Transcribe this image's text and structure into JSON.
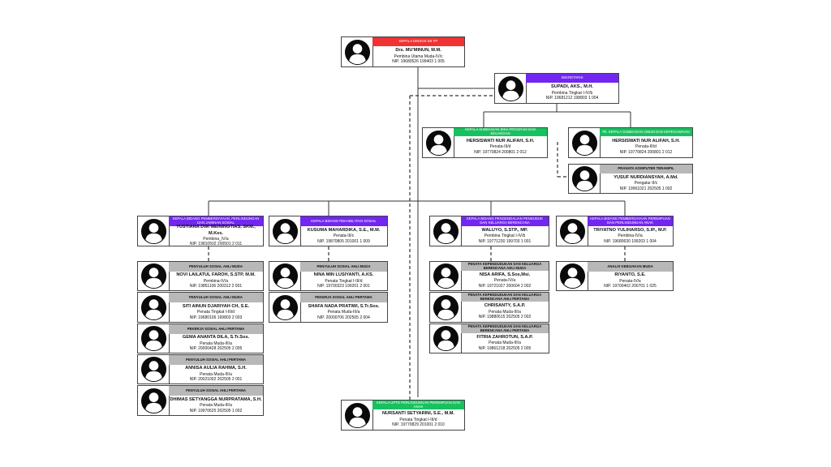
{
  "colors": {
    "red": "#f03232",
    "purple": "#7226f0",
    "green": "#18c160",
    "gray": "#b8b8b8"
  },
  "icon": "person-avatar-icon",
  "positions": [
    {
      "title": "KEPALA DINSOS KB PP",
      "name": "Drs. MU'MINUN, M.M.",
      "rank": "Pembina Utama Muda-IV/c",
      "nip": "NIP. 19680526 199403 1 005"
    },
    {
      "title": "SEKRETARIS",
      "name": "SUPADI, AKS., M.H.",
      "rank": "Pembina Tingkat I-IV/b",
      "nip": "NIP. 19681212 198803 1 004"
    },
    {
      "title": "KEPALA SUBBAGIAN BINA PROGRAM DAN KEUANGAN",
      "name": "HERSISWATI NUR ALIFAH, S.H.",
      "rank": "Penata-III/d",
      "nip": "NIP. 19770824 200801 2 012"
    },
    {
      "title": "Plt. KEPALA SUBBAGIAN UMUM DAN KEPEGAWAIAN",
      "name": "HERSISWATI NUR ALIFAH, S.H.",
      "rank": "Penata-III/d",
      "nip": "NIP. 19770824 200801 2 012"
    },
    {
      "title": "PRANATA KOMPUTER TERAMPIL",
      "name": "YUSUF NURDIANSYAH, A.Md.",
      "rank": "Pengatur-II/c",
      "nip": "NIP. 19961021 202505 1 002"
    },
    {
      "title": "KEPALA BIDANG PEMBERDAYAAN, PERLINDUNGAN DAN JAMINAN SOSIAL",
      "name": "YUSTIANA DWI MEININGTIAS, SKM., M.Kes.",
      "rank": "Pembina_IV/a",
      "nip": "NIP. 19810502 200501 2 011"
    },
    {
      "title": "KEPALA BIDANG REHABILITASI SOSIAL",
      "name": "KUSUMA MAHARDIKA, S.E., M.M.",
      "rank": "Penata-III/c",
      "nip": "NIP. 19870805 201001 1 009"
    },
    {
      "title": "KEPALA BIDANG PENGENDALIAN PENDUDUK DAN KELUARGA BERENCANA",
      "name": "WALUYO, S.STP., MP.",
      "rank": "Pembina Tingkat I-IV/b",
      "nip": "NIP. 19771230 199703 1 001"
    },
    {
      "title": "KEPALA BIDANG PEMBERDAYAAN PEREMPUAN DAN PERLINDUNGAN ANAK",
      "name": "TRIYATNO YULIHARSO, S.IP., M.P.",
      "rank": "Pembina-IV/a",
      "nip": "NIP. 19680630 199203 1 004"
    },
    {
      "title": "PENYULUH SOSIAL AHLI MUDA",
      "name": "NOVI LAILATUL FAROH, S.STP, M.M.",
      "rank": "Pembina-IV/a",
      "nip": "NIP. 19851106 200312 2 001"
    },
    {
      "title": "PENYULUH SOSIAL AHLI MUDA",
      "name": "SITI AINUN DJARIYAH CH, S.E.",
      "rank": "Penata Tingkat I-III/d",
      "nip": "NIP. 19680106 199803 2 003"
    },
    {
      "title": "PEKERJA SOSIAL AHLI PERTAMA",
      "name": "GEMA ANANTA DILA, S.Tr.Sos.",
      "rank": "Penata Muda-III/a",
      "nip": "NIP. 20000428 202505 2 005"
    },
    {
      "title": "PENYULUH SOSIAL AHLI PERTAMA",
      "name": "ANNISA AULIA RAHMA, S.H.",
      "rank": "Penata Muda-III/a",
      "nip": "NIP. 20021002 202505 2 001"
    },
    {
      "title": "PENYULUH SOSIAL AHLI PERTAMA",
      "name": "DHIMAS SETYANGGA NURPRATAMA, S.H.",
      "rank": "Penata Muda-III/a",
      "nip": "NIP. 19970625 202505 1 002"
    },
    {
      "title": "PENYULUH SOSIAL AHLI MUDA",
      "name": "NINA MIN LUSIYANTI, A.KS.",
      "rank": "Penata Tingkat I-III/d",
      "nip": "NIP. 19700323 199201 2 001"
    },
    {
      "title": "PEKERJA SOSIAL AHLI PERTAMA",
      "name": "SHAFA NADA PRATIWI, S.Tr.Sos.",
      "rank": "Penata Muda-III/a",
      "nip": "NIP. 20000706 202505 2 004"
    },
    {
      "title": "PENATA KEPENDUDUKAN DAN KELUARGA BERENCANA AHLI MUDA",
      "name": "NISA ARIFA, S.Sos,Msi.",
      "rank": "Penata-IV/a",
      "nip": "NIP. 19721027 200604 2 002"
    },
    {
      "title": "PENATA KEPENDUDUKAN DAN KELUARGA BERENCANA AHLI PERTAMA",
      "name": "CHRISANTY, S.A.P.",
      "rank": "Penata Muda-III/a",
      "nip": "NIP. 19880615 202505 2 002"
    },
    {
      "title": "PENATA KEPENDUDUKAN DAN KELUARGA BERENCANA AHLI PERTAMA",
      "name": "FITRIA ZAHROTUN, S.A.P.",
      "rank": "Penata Muda-III/a",
      "nip": "NIP. 19861218 202505 2 005"
    },
    {
      "title": "ANALIS KEBIJAKAN MUDA",
      "name": "RIYANTO, S.E.",
      "rank": "Penata-IV/a",
      "nip": "NIP. 19700402 200701 1 025"
    },
    {
      "title": "KEPALA UPTD PERLINDUNGAN PEREMPUAN DAN ANAK",
      "name": "NURSANTI SETYARINI, S.E., M.M.",
      "rank": "Penata Tingkat I-III/d",
      "nip": "NIP. 19770829 201001 2 010"
    }
  ]
}
